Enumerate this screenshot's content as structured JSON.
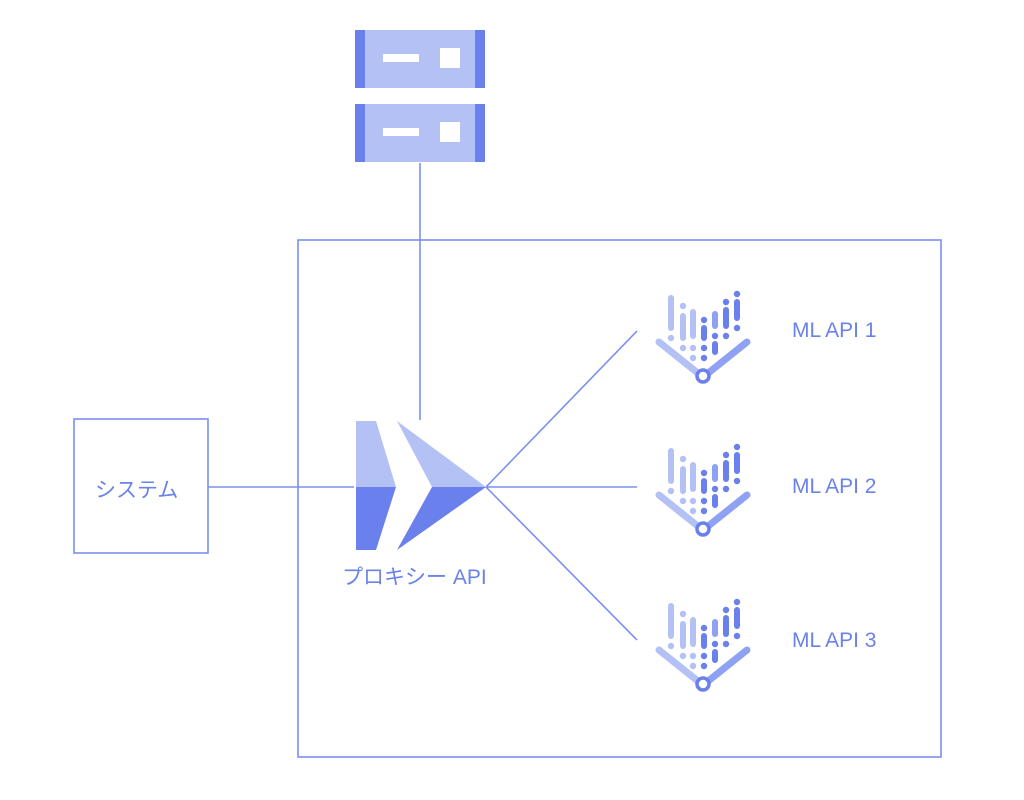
{
  "colors": {
    "line": "#7a8ff0",
    "text": "#6a82ea",
    "light": "#b4c1f5",
    "mid": "#8fa1f2",
    "dark": "#6a80ec"
  },
  "nodes": {
    "system_label": "システム",
    "proxy_label": "プロキシー API",
    "ml_apis": [
      {
        "label": "ML API 1",
        "icon": "ml-api-icon"
      },
      {
        "label": "ML API 2",
        "icon": "ml-api-icon"
      },
      {
        "label": "ML API 3",
        "icon": "ml-api-icon"
      }
    ],
    "database_icon": "database-icon",
    "proxy_icon": "api-gateway-icon"
  }
}
